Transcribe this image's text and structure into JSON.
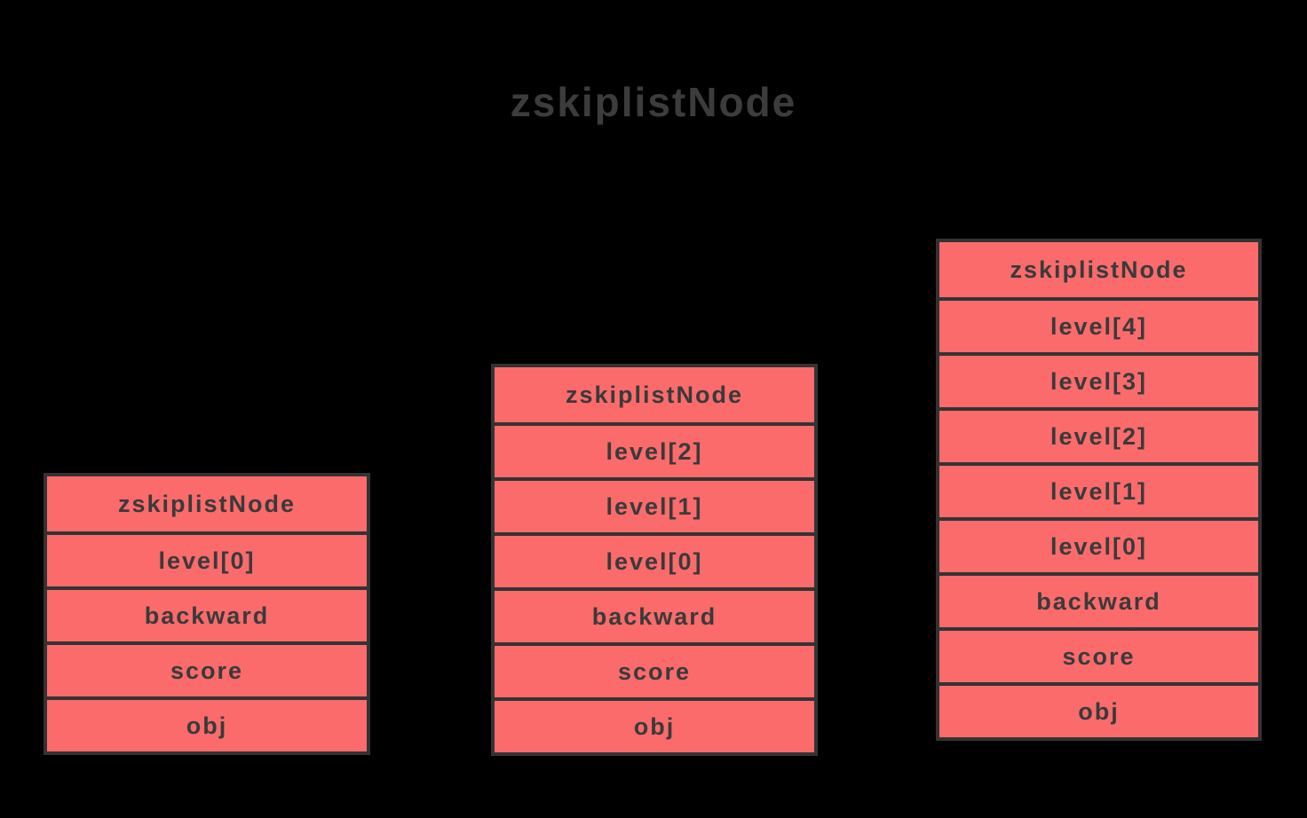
{
  "title": "zskiplistNode",
  "palette": {
    "background": "#000000",
    "cell_fill": "#fb6b6b",
    "cell_border": "#333333",
    "cell_text": "#3a3a3a",
    "title_text": "#3c3c3c"
  },
  "nodes": [
    {
      "id": "skiplist-node-1-level",
      "rows": [
        "zskiplistNode",
        "level[0]",
        "backward",
        "score",
        "obj"
      ]
    },
    {
      "id": "skiplist-node-3-levels",
      "rows": [
        "zskiplistNode",
        "level[2]",
        "level[1]",
        "level[0]",
        "backward",
        "score",
        "obj"
      ]
    },
    {
      "id": "skiplist-node-5-levels",
      "rows": [
        "zskiplistNode",
        "level[4]",
        "level[3]",
        "level[2]",
        "level[1]",
        "level[0]",
        "backward",
        "score",
        "obj"
      ]
    }
  ]
}
